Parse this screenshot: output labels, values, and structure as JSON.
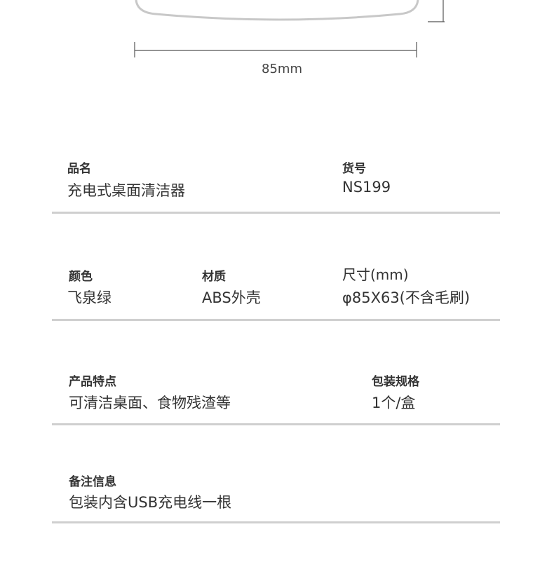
{
  "dimension": {
    "width_label": "85mm"
  },
  "specs": {
    "name": {
      "label": "品名",
      "value": "充电式桌面清洁器"
    },
    "sku": {
      "label": "货号",
      "value": "NS199"
    },
    "color": {
      "label": "颜色",
      "value": "飞泉绿"
    },
    "material": {
      "label": "材质",
      "value": "ABS外壳"
    },
    "size": {
      "label": "尺寸(mm)",
      "value": "φ85X63(不含毛刷)"
    },
    "features": {
      "label": "产品特点",
      "value": "可清洁桌面、食物残渣等"
    },
    "packaging": {
      "label": "包装规格",
      "value": "1个/盒"
    },
    "notes": {
      "label": "备注信息",
      "value": "包装内含USB充电线一根"
    }
  }
}
